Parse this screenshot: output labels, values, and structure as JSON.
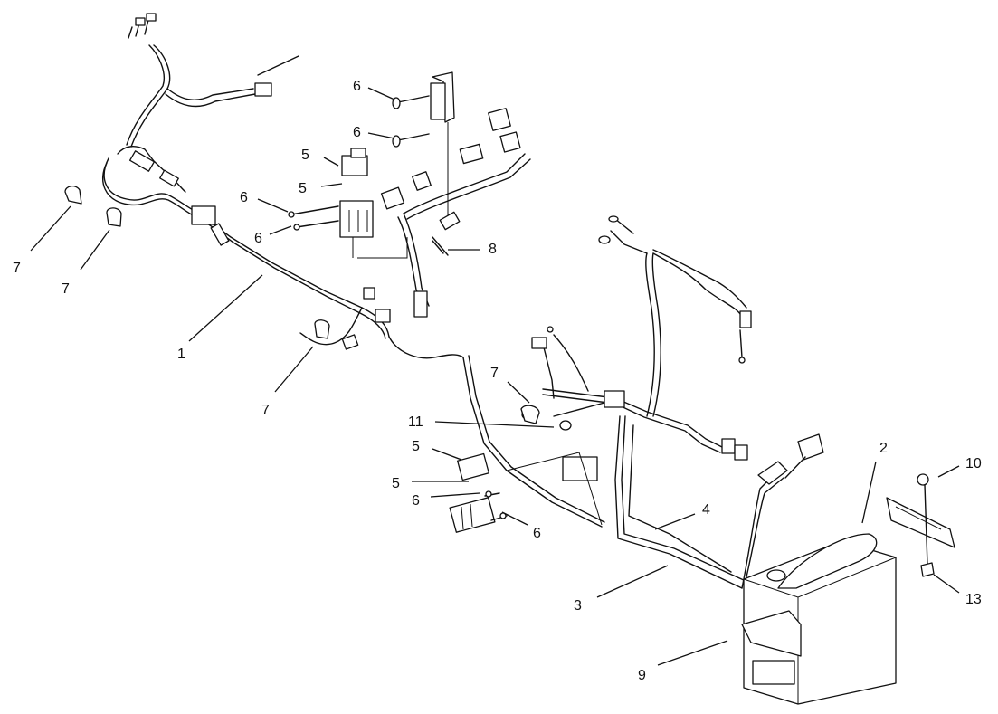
{
  "callouts": [
    {
      "id": "c1",
      "text": "1"
    },
    {
      "id": "c2",
      "text": "2"
    },
    {
      "id": "c3",
      "text": "3"
    },
    {
      "id": "c4",
      "text": "4"
    },
    {
      "id": "c5a",
      "text": "5"
    },
    {
      "id": "c5b",
      "text": "5"
    },
    {
      "id": "c5c",
      "text": "5"
    },
    {
      "id": "c5d",
      "text": "5"
    },
    {
      "id": "c6a",
      "text": "6"
    },
    {
      "id": "c6b",
      "text": "6"
    },
    {
      "id": "c6c",
      "text": "6"
    },
    {
      "id": "c6d",
      "text": "6"
    },
    {
      "id": "c6e",
      "text": "6"
    },
    {
      "id": "c6f",
      "text": "6"
    },
    {
      "id": "c7a",
      "text": "7"
    },
    {
      "id": "c7b",
      "text": "7"
    },
    {
      "id": "c7c",
      "text": "7"
    },
    {
      "id": "c7d",
      "text": "7"
    },
    {
      "id": "c8",
      "text": "8"
    },
    {
      "id": "c9",
      "text": "9"
    },
    {
      "id": "c10",
      "text": "10"
    },
    {
      "id": "c11",
      "text": "11"
    },
    {
      "id": "c13",
      "text": "13"
    }
  ]
}
